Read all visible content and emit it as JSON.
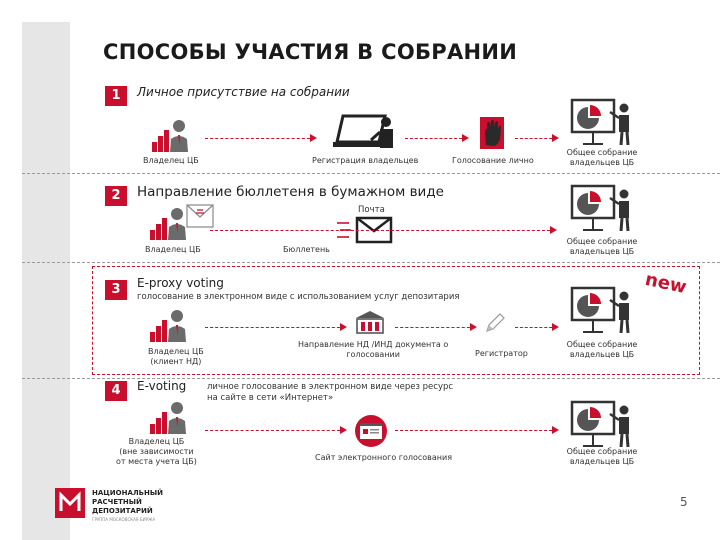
{
  "title": "СПОСОБЫ УЧАСТИЯ В СОБРАНИИ",
  "sections": [
    {
      "number": "1",
      "heading": "Личное присутствие на собрании",
      "labels": {
        "owner": "Владелец ЦБ",
        "registration": "Регистрация владельцев",
        "voting": "Голосование лично",
        "meeting_line1": "Общее собрание",
        "meeting_line2": "владельцев ЦБ"
      }
    },
    {
      "number": "2",
      "heading": "Направление бюллетеня в бумажном виде",
      "labels": {
        "mail": "Почта",
        "owner": "Владелец ЦБ",
        "ballot": "Бюллетень",
        "meeting_line1": "Общее собрание",
        "meeting_line2": "владельцев ЦБ"
      }
    },
    {
      "number": "3",
      "heading": "E-proxy voting",
      "subheading": "голосование в электронном виде с использованием услуг депозитария",
      "badge": "new",
      "labels": {
        "owner_line1": "Владелец ЦБ",
        "owner_line2": "(клиент НД)",
        "docs_line1": "Направление НД /ИНД документа о",
        "docs_line2": "голосовании",
        "registrar": "Регистратор",
        "meeting_line1": "Общее собрание",
        "meeting_line2": "владельцев ЦБ"
      }
    },
    {
      "number": "4",
      "heading": "E-voting",
      "subheading_line1": "личное голосование в электронном виде через ресурс",
      "subheading_line2": "на сайте в сети «Интернет»",
      "labels": {
        "owner_line1": "Владелец ЦБ",
        "owner_line2": "(вне зависимости",
        "owner_line3": "от места учета ЦБ)",
        "site": "Сайт электронного голосования",
        "meeting_line1": "Общее собрание",
        "meeting_line2": "владельцев ЦБ"
      }
    }
  ],
  "logo": {
    "line1": "НАЦИОНАЛЬНЫЙ",
    "line2": "РАСЧЕТНЫЙ",
    "line3": "ДЕПОЗИТАРИЙ",
    "tagline": "ГРУППА МОСКОВСКАЯ БИРЖА"
  },
  "page_number": "5",
  "colors": {
    "accent": "#c8102e",
    "text": "#222222",
    "sidebar": "#e6e6e6"
  },
  "icons": [
    "person-chart-icon",
    "presentation-icon",
    "laptop-icon",
    "hand-icon",
    "envelope-icon",
    "bank-icon",
    "pencil-icon",
    "website-icon"
  ]
}
